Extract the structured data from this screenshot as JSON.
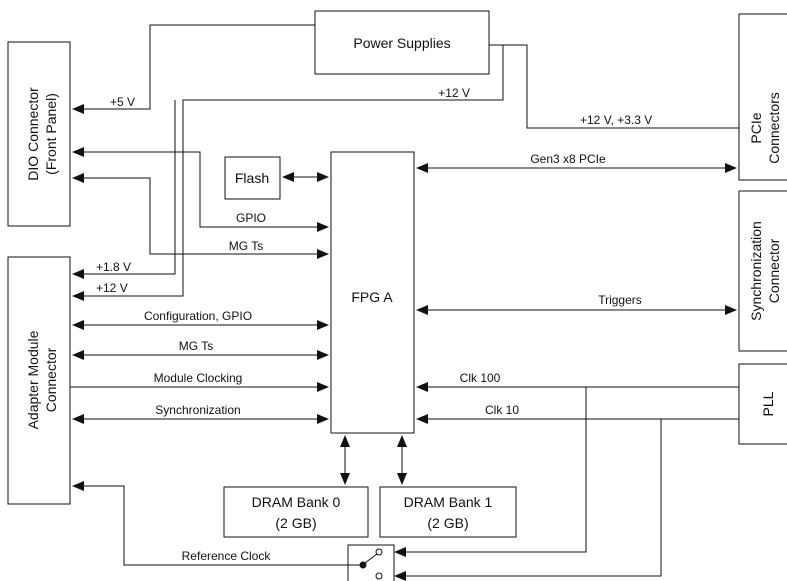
{
  "blocks": {
    "power_supplies": "Power Supplies",
    "dio_connector": [
      "DIO Connector",
      "(Front Panel)"
    ],
    "pcie_connectors": [
      "PCIe",
      "Connectors"
    ],
    "flash": "Flash",
    "fpga": "FPG A",
    "sync_connector": [
      "Synchronization",
      "Connector"
    ],
    "adapter_module": [
      "Adapter Module",
      "Connector"
    ],
    "pll": "PLL",
    "dram0": [
      "DRAM Bank 0",
      "(2 GB)"
    ],
    "dram1": [
      "DRAM Bank 1",
      "(2 GB)"
    ]
  },
  "signals": {
    "plus5v": "+5 V",
    "plus12v_top": "+12 V",
    "plus12v_3v3": "+12  V, +3.3 V",
    "gen3_pcie": "Gen3 x8 PCIe",
    "gpio": "GPIO",
    "mgts_dio": "MG Ts",
    "plus1v8": "+1.8 V",
    "plus12v_adapter": "+12 V",
    "triggers": "Triggers",
    "config_gpio": "Configuration, GPIO",
    "mgts_adapter": "MG Ts",
    "module_clocking": "Module Clocking",
    "clk100": "Clk 100",
    "synchronization": "Synchronization",
    "clk10": "Clk 10",
    "reference_clock": "Reference Clock"
  }
}
